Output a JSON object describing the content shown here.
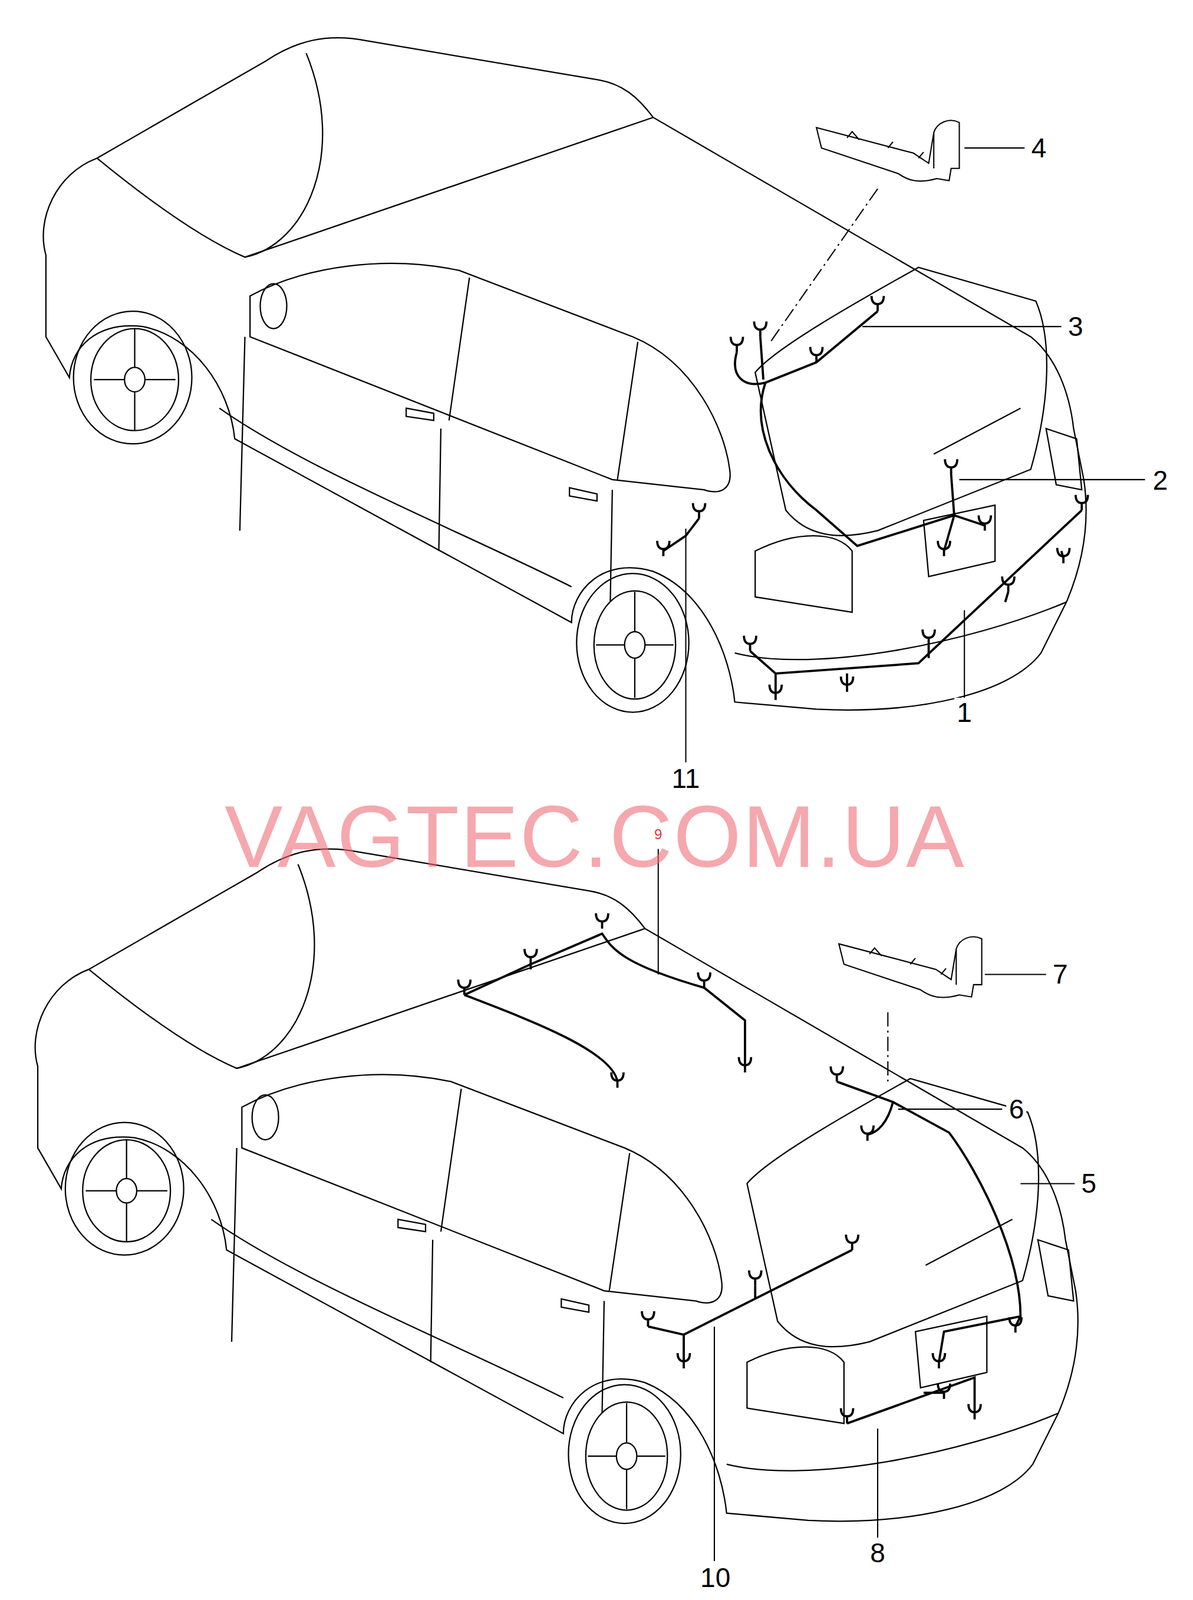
{
  "diagram": {
    "labels": [
      "4",
      "3",
      "2",
      "1",
      "11",
      "VAGTEC.COM.UA",
      "9",
      "7",
      "6",
      "5",
      "8",
      "10"
    ]
  }
}
